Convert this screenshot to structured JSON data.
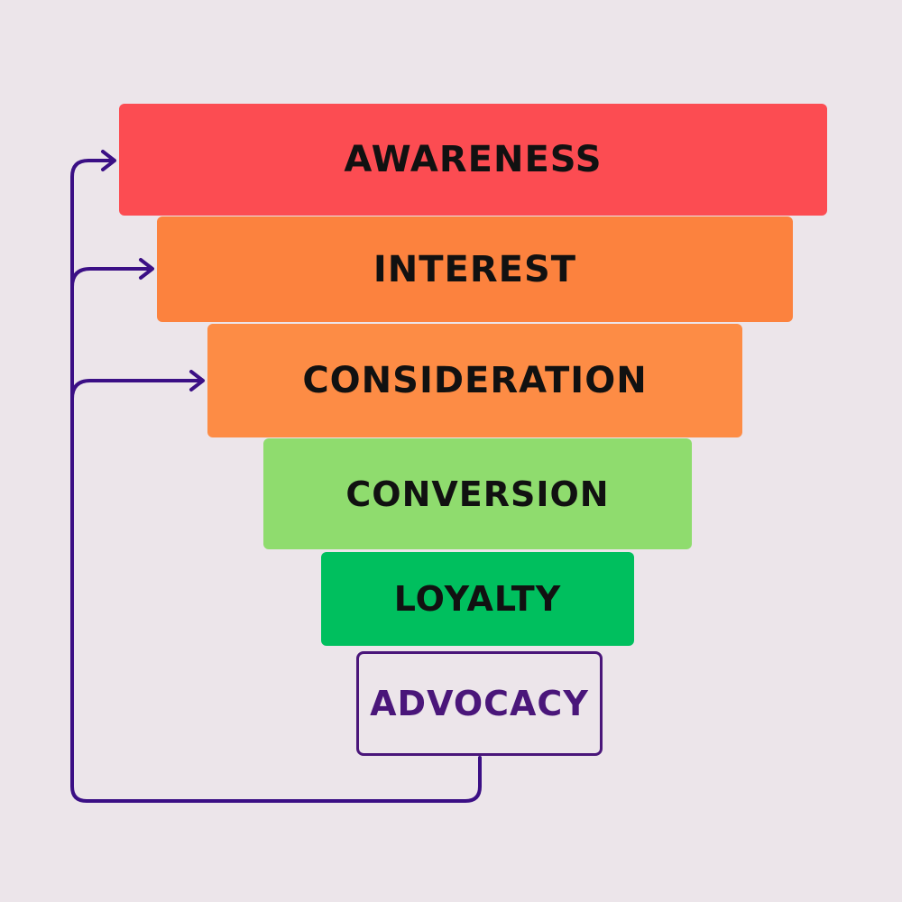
{
  "diagram": {
    "background": "#ece5ea",
    "connector_color": "#3b0f85",
    "stages": [
      {
        "label": "AWARENESS",
        "fill": "#fc4c52",
        "text_color": "#111111"
      },
      {
        "label": "INTEREST",
        "fill": "#fc823e",
        "text_color": "#111111"
      },
      {
        "label": "CONSIDERATION",
        "fill": "#fd8c45",
        "text_color": "#111111"
      },
      {
        "label": "CONVERSION",
        "fill": "#8fdc6e",
        "text_color": "#111111"
      },
      {
        "label": "LOYALTY",
        "fill": "#00bf5e",
        "text_color": "#111111"
      },
      {
        "label": "ADVOCACY",
        "fill": "none",
        "border": "#4a167a",
        "text_color": "#4a167a"
      }
    ]
  }
}
